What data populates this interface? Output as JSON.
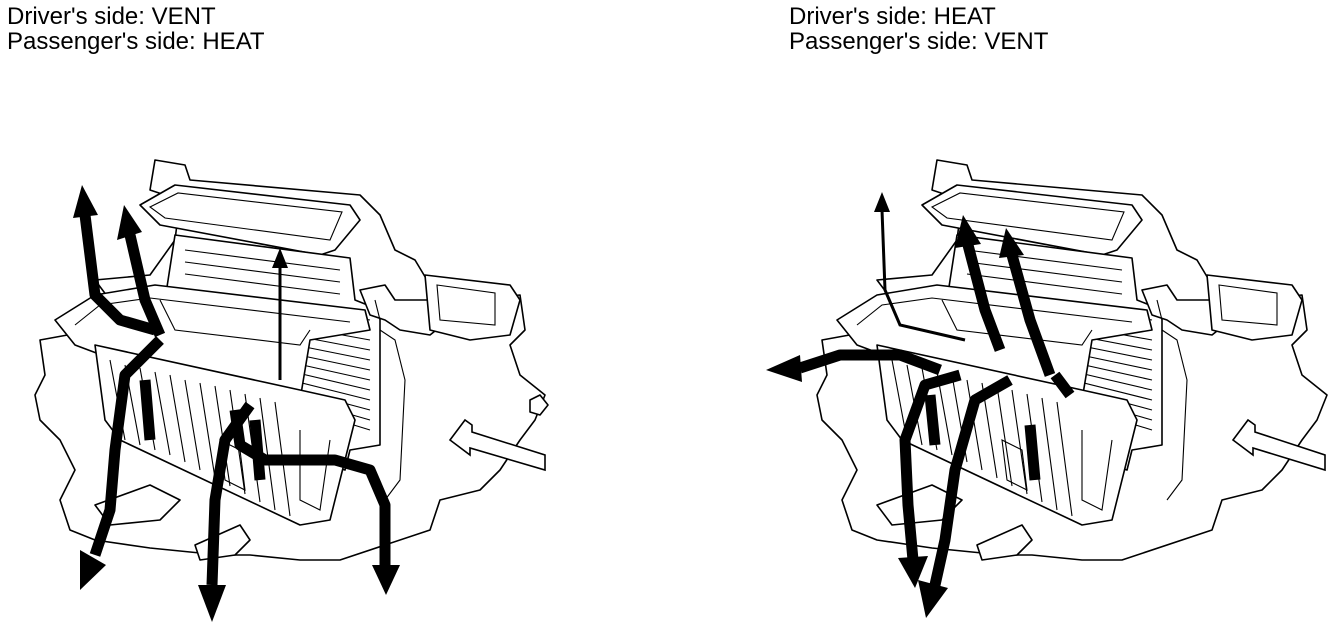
{
  "captions": {
    "left": {
      "line1": "Driver's side: VENT",
      "line2": "Passenger's side: HEAT"
    },
    "right": {
      "line1": "Driver's side: HEAT",
      "line2": "Passenger's side: VENT"
    }
  },
  "colors": {
    "ink": "#000000",
    "paper": "#ffffff"
  }
}
